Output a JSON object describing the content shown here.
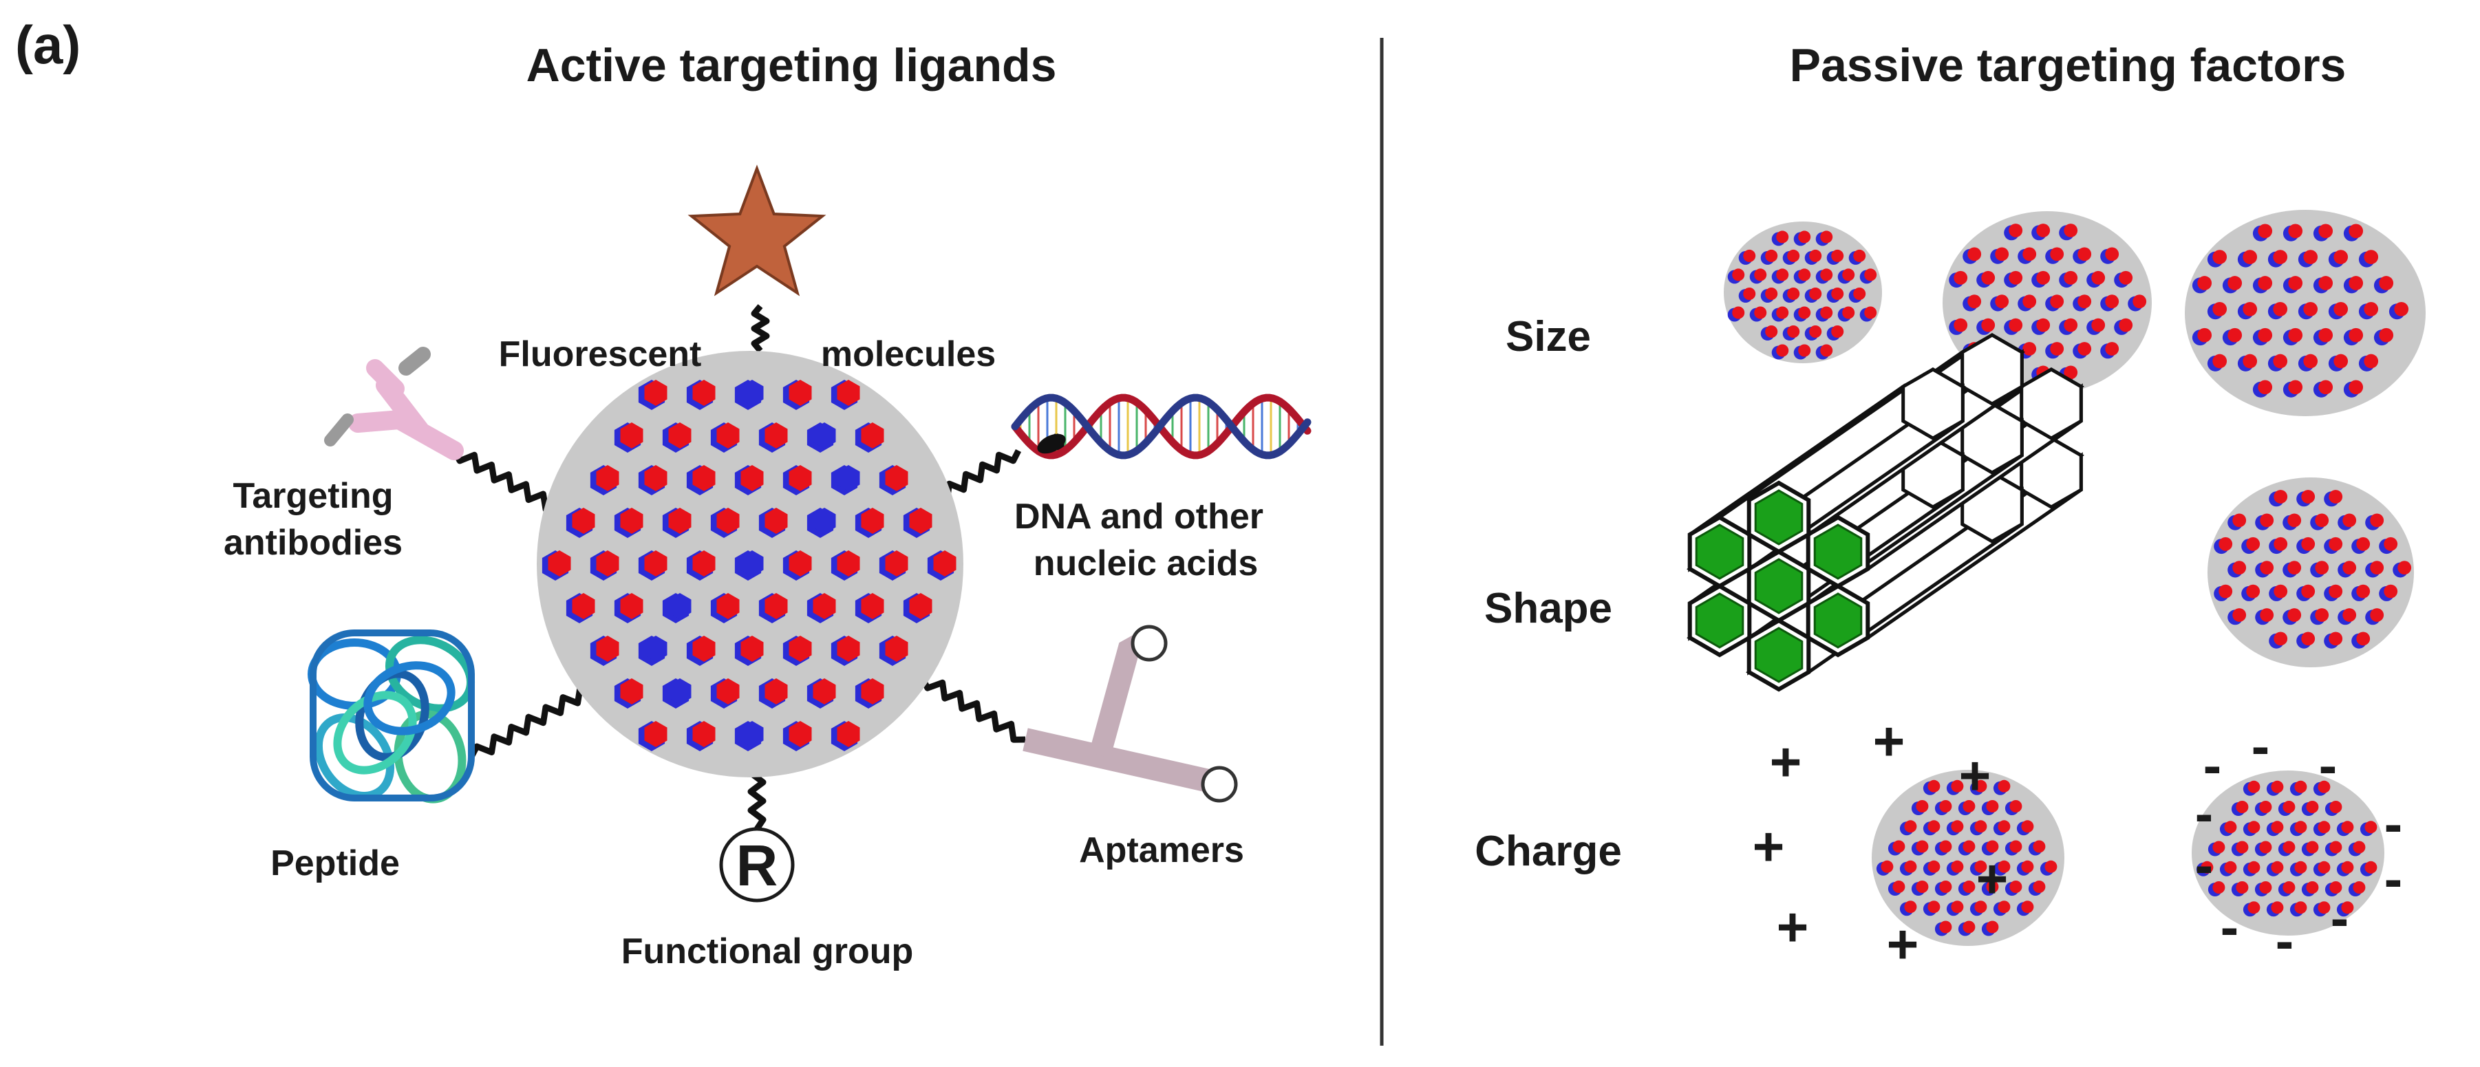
{
  "panel_label": "(a)",
  "active": {
    "title": "Active targeting ligands",
    "labels": {
      "fluorescent_left": "Fluorescent",
      "fluorescent_right": "molecules",
      "antibodies_line1": "Targeting",
      "antibodies_line2": "antibodies",
      "dna_line1": "DNA and other",
      "dna_line2": "nucleic acids",
      "peptide": "Peptide",
      "aptamers": "Aptamers",
      "functional_group": "Functional group",
      "r_symbol": "R"
    }
  },
  "passive": {
    "title": "Passive targeting factors",
    "rows": {
      "size": "Size",
      "shape": "Shape",
      "charge": "Charge"
    },
    "positive_sign": "+",
    "negative_sign": "-"
  },
  "colors": {
    "particle_fill": "#c9c9c9",
    "dot_red": "#e8121a",
    "dot_blue": "#2b2bd6",
    "star": "#c0623c",
    "antibody": "#e9b6d4",
    "antibody_tip": "#9a9a9a",
    "aptamer": "#c4adb8",
    "rod_core": "#1aa01a",
    "divider": "#333333"
  },
  "icons": [
    "star-icon",
    "antibody-icon",
    "dna-helix-icon",
    "peptide-icon",
    "aptamer-icon",
    "nanorod-bundle-icon"
  ]
}
